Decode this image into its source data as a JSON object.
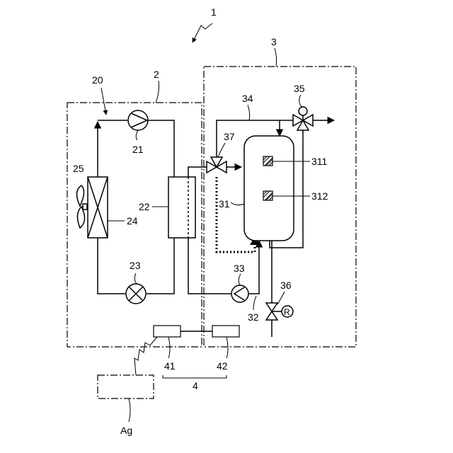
{
  "labels": {
    "system": "1",
    "outdoor_unit": "2",
    "tank_unit": "3",
    "control": "4",
    "refrigerant_circuit": "20",
    "compressor": "21",
    "water_heat_exchanger": "22",
    "expansion_valve": "23",
    "air_heat_exchanger": "24",
    "fan": "25",
    "tank": "31",
    "tank_sensor_upper": "311",
    "tank_sensor_lower": "312",
    "water_pipe": "32",
    "pump": "33",
    "bypass_pipe": "34",
    "mixing_valve": "35",
    "relief_valve": "36",
    "three_way_valve": "37",
    "controller_a": "41",
    "controller_b": "42",
    "external_device": "Ag",
    "relief_valve_mark": "R"
  }
}
